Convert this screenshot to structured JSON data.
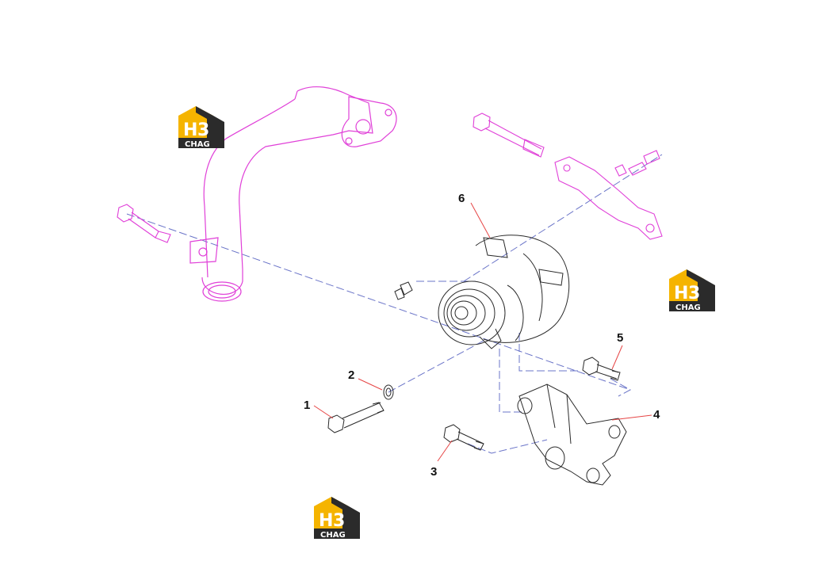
{
  "colors": {
    "pipe": "#e040d8",
    "parts": "#2a2a2a",
    "dash": "#6a74c8",
    "logo_yellow": "#f5b400",
    "logo_dark": "#2b2b2b"
  },
  "logo": {
    "letters_main": "H",
    "letters_accent": "3",
    "caption": "CHAG"
  },
  "callouts": [
    {
      "id": "1",
      "label": "1"
    },
    {
      "id": "2",
      "label": "2"
    },
    {
      "id": "3",
      "label": "3"
    },
    {
      "id": "4",
      "label": "4"
    },
    {
      "id": "5",
      "label": "5"
    },
    {
      "id": "6",
      "label": "6"
    }
  ]
}
